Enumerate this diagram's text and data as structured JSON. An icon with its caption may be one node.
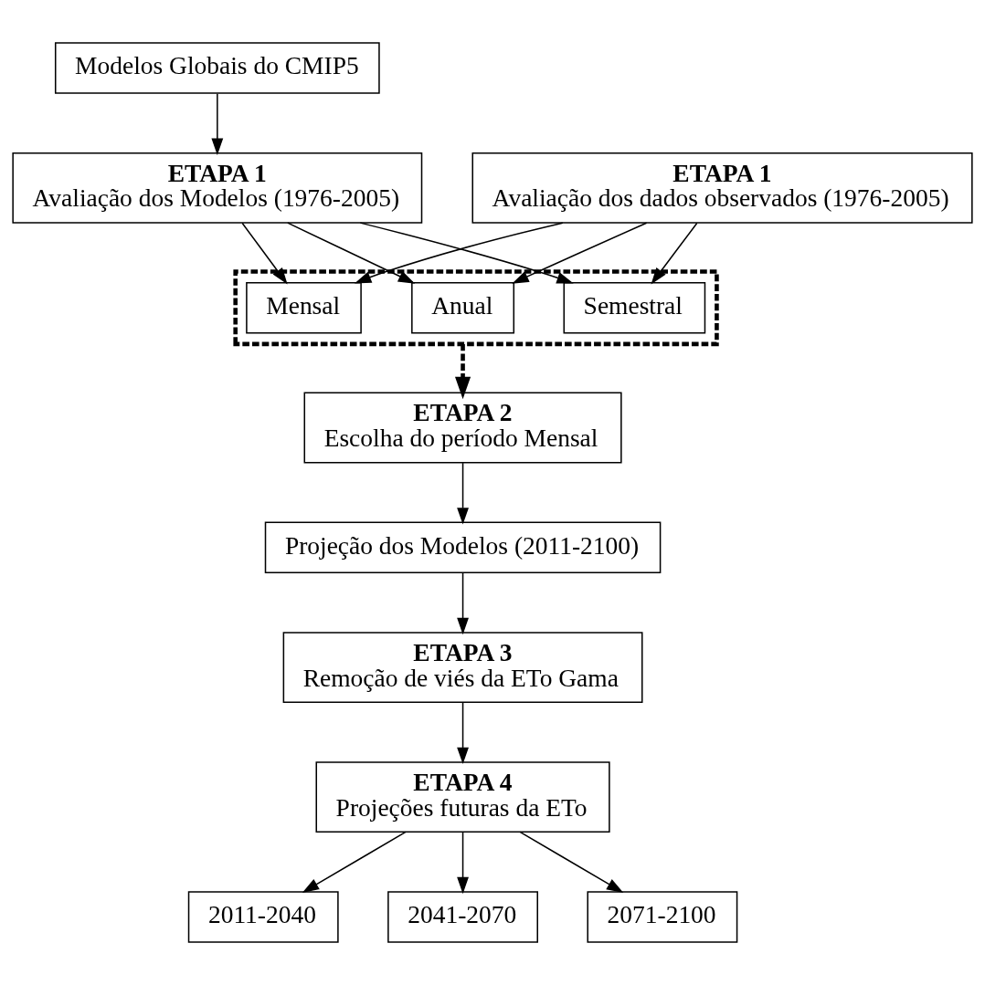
{
  "diagram": {
    "nodes": [
      {
        "text": [
          "Modelos Globais do CMIP5"
        ]
      },
      {
        "text": [
          "ETAPA 1",
          "Avaliação dos Modelos (1976-2005)"
        ]
      },
      {
        "text": [],
        "shape": "box"
      },
      {
        "text": [
          "Mensal"
        ],
        "in": 2
      },
      {
        "text": [
          "Semestral"
        ],
        "in": 2
      },
      {
        "text": [
          "Anual"
        ],
        "in": 2
      },
      {
        "text": [
          "ETAPA 1",
          "Avaliação dos dados observados (1976-2005)"
        ]
      },
      {
        "text": [
          "ETAPA 2",
          "Escolha do período Mensal"
        ]
      },
      {
        "text": [
          "Projeção dos Modelos (2011-2100)"
        ]
      },
      {
        "text": [
          "ETAPA 3",
          "Remoção de viés da ETo Gama"
        ]
      },
      {
        "text": [
          "ETAPA 4",
          "Projeções futuras da ETo"
        ]
      },
      {
        "text": [
          "2011-2040"
        ]
      },
      {
        "text": [
          "2041-2070"
        ]
      },
      {
        "text": [
          "2071-2100"
        ]
      }
    ],
    "edges": [
      {
        "from": 0,
        "to": 1,
        "arrow": "to"
      },
      {
        "from": 1,
        "to": 3,
        "arrow": "to"
      },
      {
        "from": 1,
        "to": 4,
        "arrow": "to"
      },
      {
        "from": 1,
        "to": 5,
        "arrow": "to"
      },
      {
        "from": 6,
        "to": 3,
        "arrow": "to"
      },
      {
        "from": 6,
        "to": 4,
        "arrow": "to"
      },
      {
        "from": 6,
        "to": 5,
        "arrow": "to"
      },
      {
        "from": 2,
        "to": 7,
        "arrow": "to",
        "style": "dashed"
      },
      {
        "from": 7,
        "to": 8,
        "arrow": "to"
      },
      {
        "from": 8,
        "to": 9,
        "arrow": "to"
      },
      {
        "from": 9,
        "to": 10,
        "arrow": "to"
      },
      {
        "from": 10,
        "to": 11,
        "arrow": "to"
      },
      {
        "from": 10,
        "to": 12,
        "arrow": "to"
      },
      {
        "from": 10,
        "to": 13,
        "arrow": "to"
      }
    ]
  }
}
